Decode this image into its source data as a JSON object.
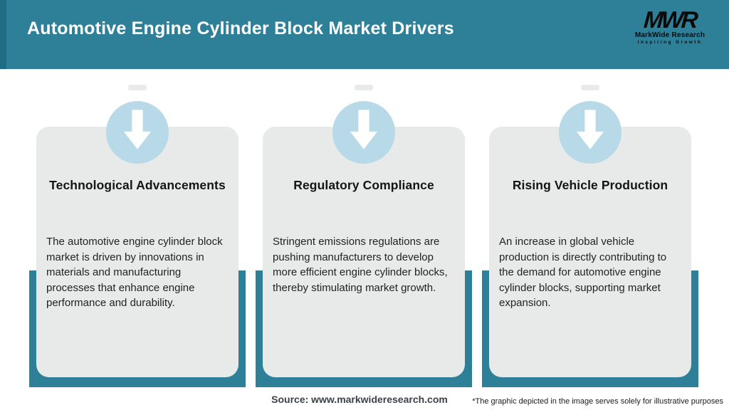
{
  "header": {
    "title": "Automotive Engine Cylinder Block Market Drivers"
  },
  "logo": {
    "monogram": "MWR",
    "name": "MarkWide Research",
    "tagline": "Inspiring Growth"
  },
  "cards": [
    {
      "icon": "down-arrow-icon",
      "title": "Technological Advancements",
      "body": "The automotive engine cylinder block market is driven by innovations in materials and manufacturing processes that enhance engine performance and durability."
    },
    {
      "icon": "down-arrow-icon",
      "title": "Regulatory Compliance",
      "body": "Stringent emissions regulations are pushing manufacturers to develop more efficient engine cylinder blocks, thereby stimulating market growth."
    },
    {
      "icon": "down-arrow-icon",
      "title": "Rising Vehicle Production",
      "body": "An increase in global vehicle production is directly contributing to the demand for automotive engine cylinder blocks, supporting market expansion."
    }
  ],
  "footer": {
    "source": "Source: www.markwideresearch.com",
    "disclaimer": "*The graphic depicted in the image serves solely for illustrative purposes"
  },
  "colors": {
    "header_teal": "#2e8098",
    "header_accent_strip": "#1f6d85",
    "card_backing_teal": "#2e8098",
    "card_background": "#e8eaea",
    "circle_blue": "#b8d9e7",
    "arrow_white": "#ffffff",
    "title_text": "#141414",
    "body_text": "#222222",
    "source_text": "#39424a"
  }
}
